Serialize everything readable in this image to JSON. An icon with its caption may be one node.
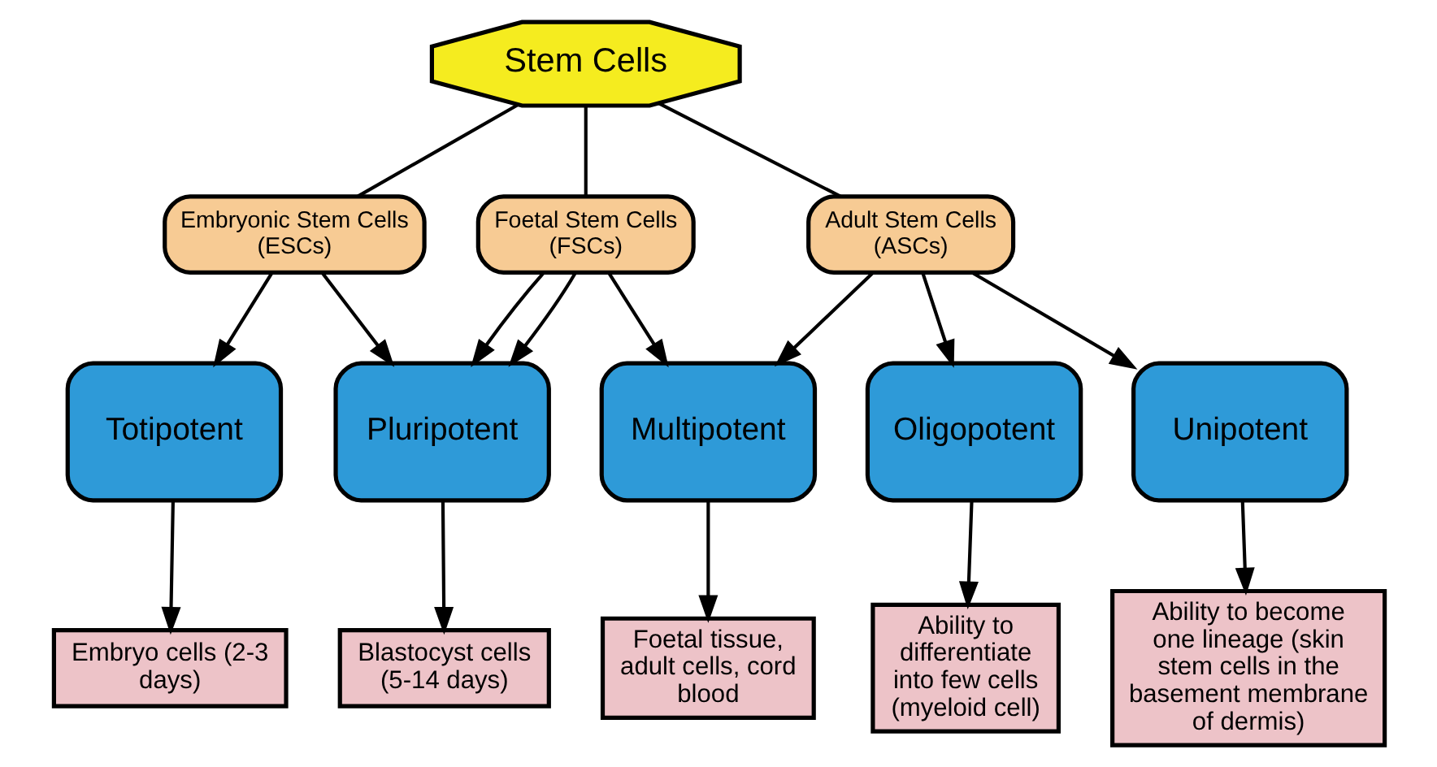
{
  "diagram": {
    "nodes": [
      {
        "text": [
          "Stem Cells"
        ]
      },
      {
        "text": [
          "Embryonic Stem Cells (ESCs)"
        ]
      },
      {
        "text": [
          "Foetal Stem Cells (FSCs)"
        ]
      },
      {
        "text": [
          "Adult Stem Cells (ASCs)"
        ]
      },
      {
        "text": [
          "Totipotent"
        ]
      },
      {
        "text": [
          "Pluripotent"
        ]
      },
      {
        "text": [
          "Multipotent"
        ]
      },
      {
        "text": [
          "Oligopotent"
        ]
      },
      {
        "text": [
          "Unipotent"
        ]
      },
      {
        "text": [
          "Embryo cells (2-3 days)"
        ]
      },
      {
        "text": [
          "Blastocyst cells (5-14 days)"
        ]
      },
      {
        "text": [
          "Foetal tissue, adult cells, cord blood"
        ]
      },
      {
        "text": [
          "Ability to differentiate into few cells (myeloid cell)"
        ]
      },
      {
        "text": [
          "Ability to become one lineage (skin stem cells in the basement membrane of dermis)"
        ]
      }
    ],
    "edges": [
      {
        "from": 0,
        "to": 1,
        "arrow": "none"
      },
      {
        "from": 0,
        "to": 2,
        "arrow": "none"
      },
      {
        "from": 0,
        "to": 3,
        "arrow": "none"
      },
      {
        "from": 1,
        "to": 4,
        "arrow": "to"
      },
      {
        "from": 1,
        "to": 5,
        "arrow": "to"
      },
      {
        "from": 2,
        "to": 5,
        "arrow": "to"
      },
      {
        "from": 2,
        "to": 5,
        "arrow": "to"
      },
      {
        "from": 2,
        "to": 6,
        "arrow": "to"
      },
      {
        "from": 3,
        "to": 6,
        "arrow": "to"
      },
      {
        "from": 3,
        "to": 7,
        "arrow": "to"
      },
      {
        "from": 3,
        "to": 8,
        "arrow": "to"
      },
      {
        "from": 4,
        "to": 9,
        "arrow": "to"
      },
      {
        "from": 5,
        "to": 10,
        "arrow": "to"
      },
      {
        "from": 6,
        "to": 11,
        "arrow": "to"
      },
      {
        "from": 7,
        "to": 12,
        "arrow": "to"
      },
      {
        "from": 8,
        "to": 13,
        "arrow": "to"
      }
    ]
  }
}
